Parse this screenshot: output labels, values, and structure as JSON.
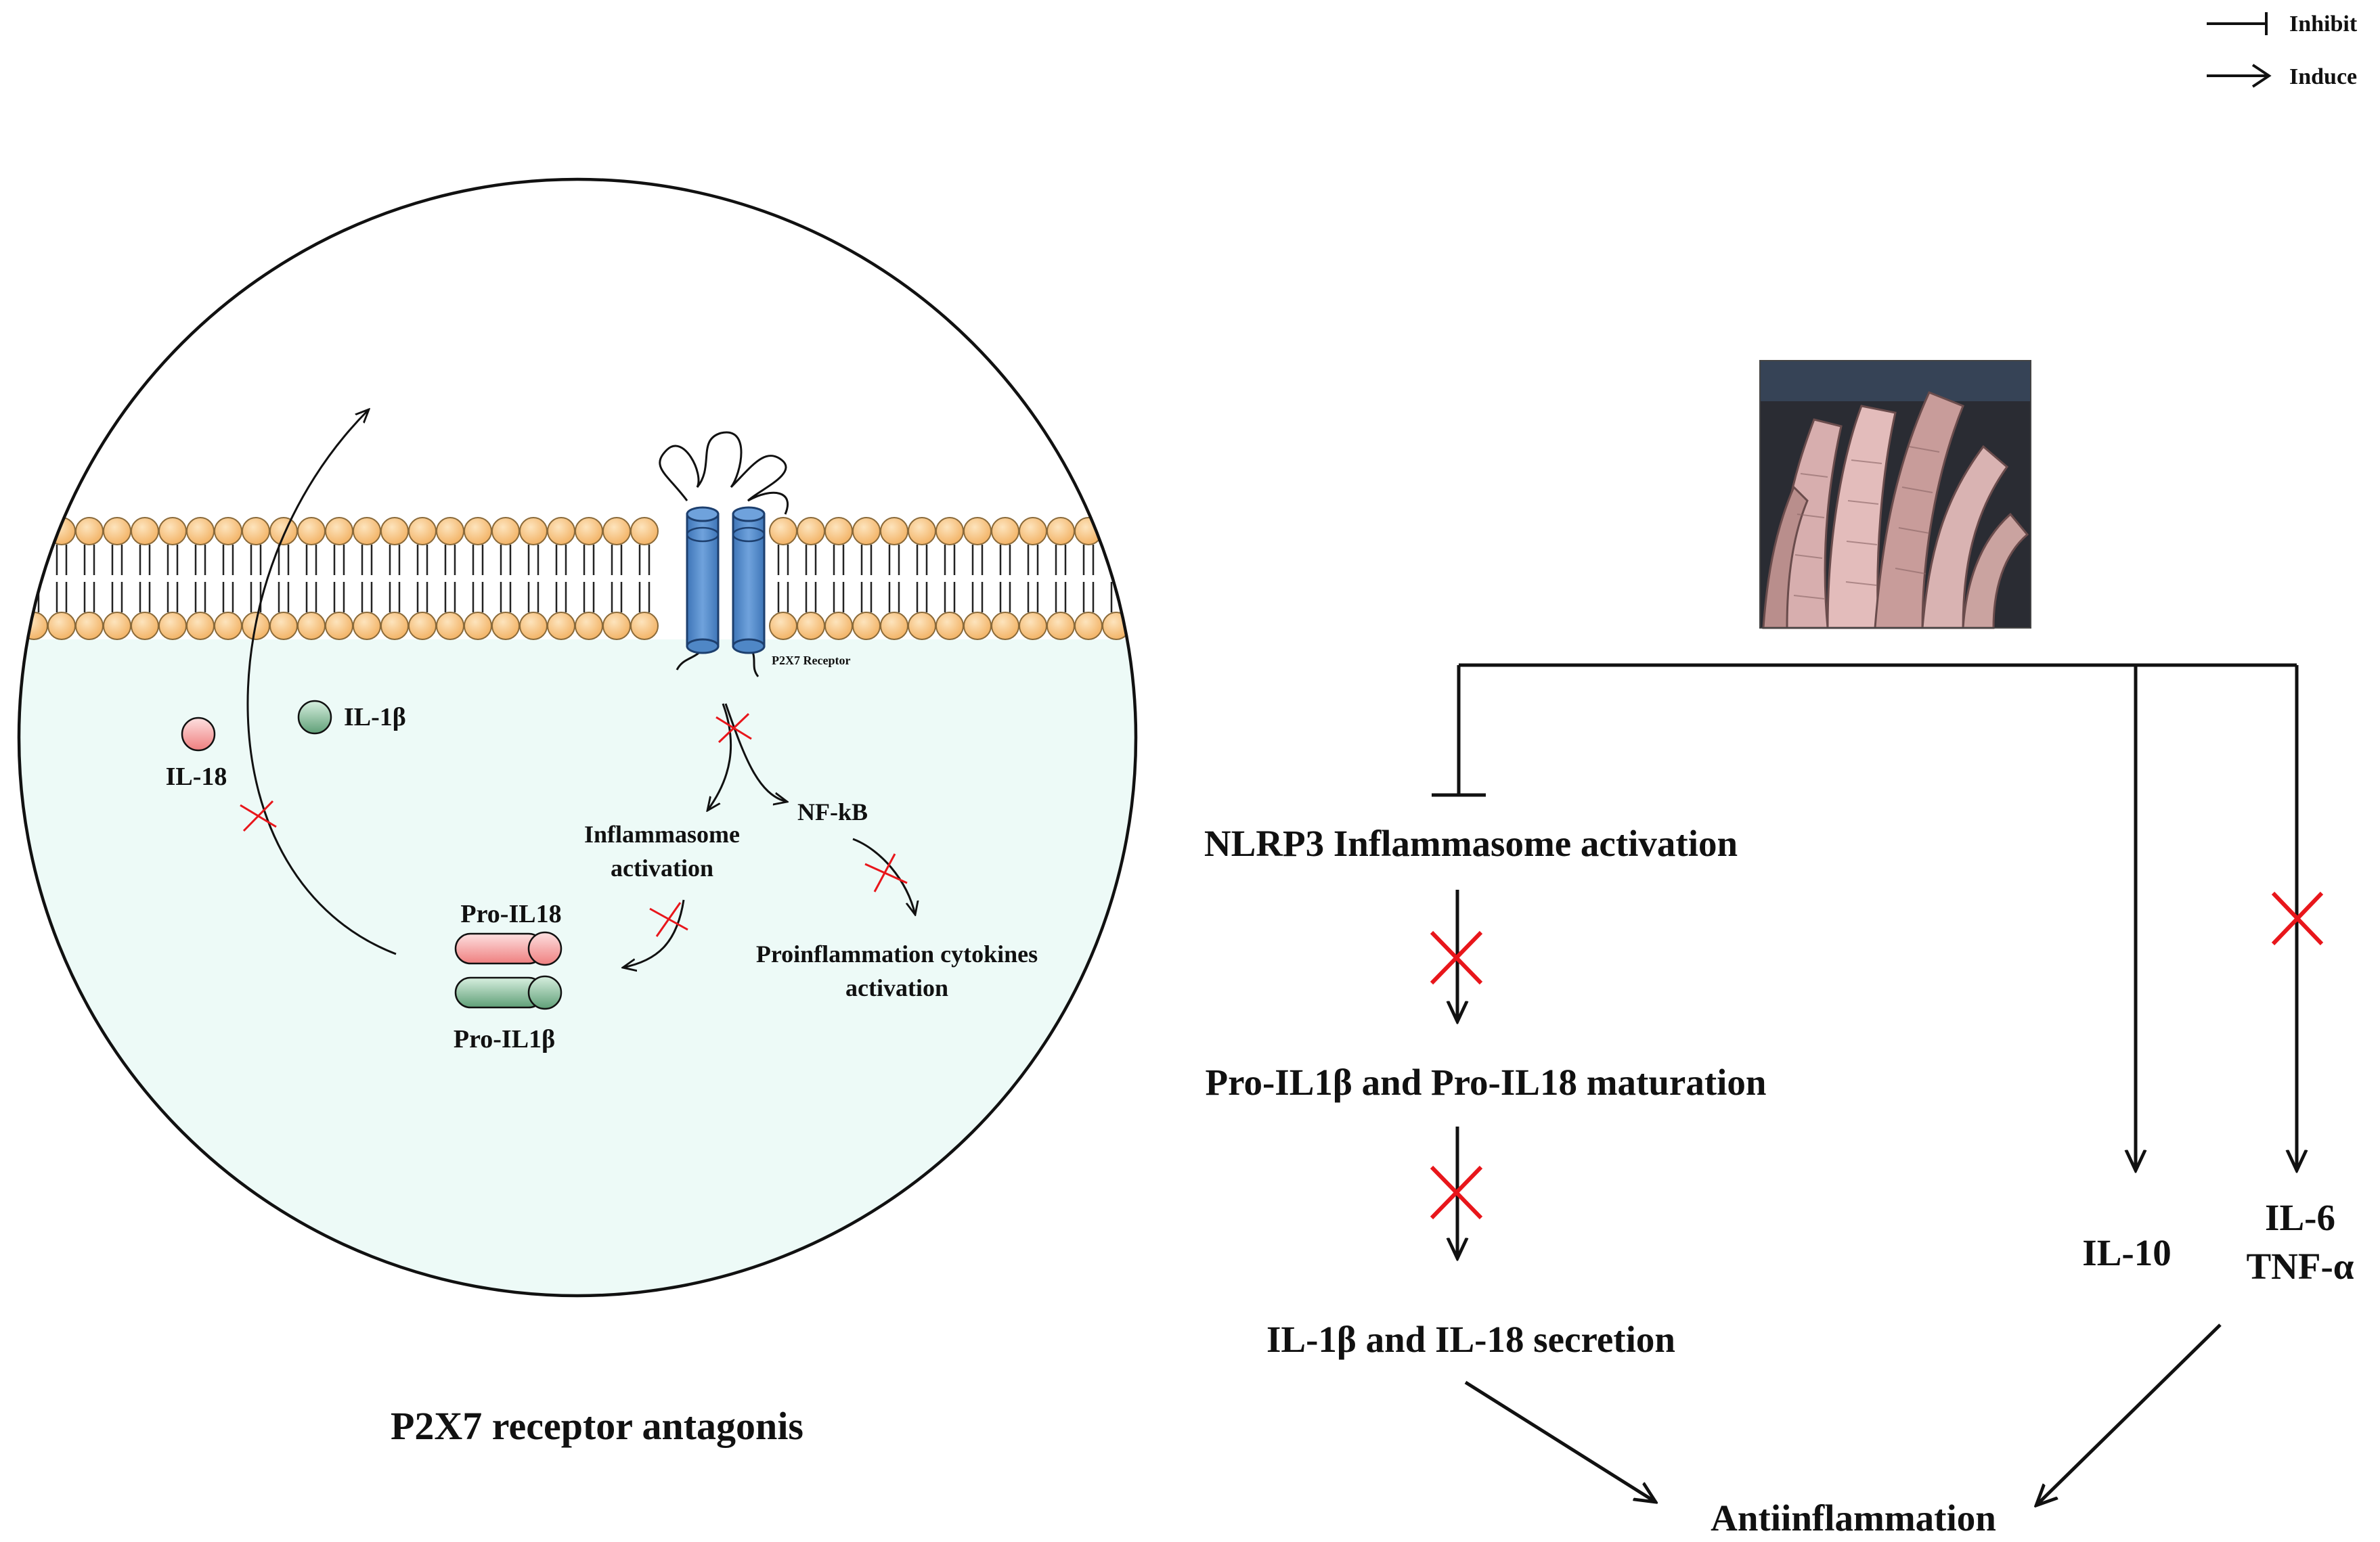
{
  "legend": {
    "inhibit": "Inhibit",
    "induce": "Induce"
  },
  "cell": {
    "receptor_label": "P2X7 Receptor",
    "il18": "IL-18",
    "il1b": "IL-1β",
    "inflammasome_line1": "Inflammasome",
    "inflammasome_line2": "activation",
    "nfkb": "NF-kB",
    "pro_il18": "Pro-IL18",
    "pro_il1b": "Pro-IL1β",
    "cytokines_line1": "Proinflammation cytokines",
    "cytokines_line2": "activation",
    "caption": "P2X7 receptor antagonis"
  },
  "pathway": {
    "nlrp3": "NLRP3 Inflammasome activation",
    "maturation": "Pro-IL1β and Pro-IL18 maturation",
    "secretion": "IL-1β and IL-18  secretion",
    "il10": "IL-10",
    "il6": "IL-6",
    "tnf": "TNF-α",
    "outcome": "Antiinflammation"
  },
  "colors": {
    "cytoplasm": "#edfaf7",
    "lipid_head": "#f9c98a",
    "receptor": "#4f87c6",
    "il18": "#f59a9a",
    "il1b": "#5e9c74",
    "block_x": "#e8161b"
  }
}
